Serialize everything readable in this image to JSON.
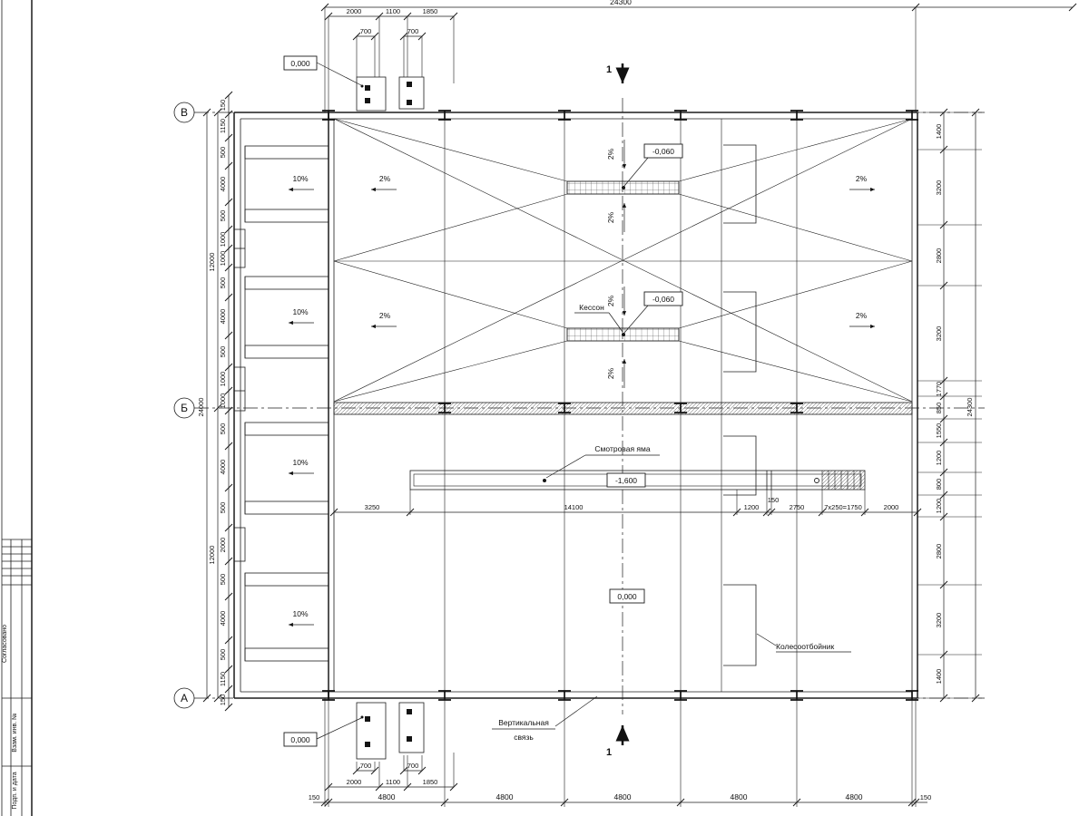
{
  "stamp": {
    "agreed": "Согласовано",
    "inv": "Взам. инв. №",
    "sign": "Подп. и дата"
  },
  "axes": {
    "top": "В",
    "mid": "Б",
    "bot": "А"
  },
  "section_mark": "1",
  "labels": {
    "kesson": "Кессон",
    "pit": "Смотровая яма",
    "brace_line1": "Вертикальная",
    "brace_line2": "связь",
    "wheel_guard": "Колесоотбойник"
  },
  "levels": {
    "zero": "0,000",
    "minus060": "-0,060",
    "minus1600": "-1,600"
  },
  "slopes": {
    "p10": "10%",
    "p2": "2%"
  },
  "dims": {
    "overall": "24300",
    "left_total": "24000",
    "left_half": "12000",
    "bay": "4800",
    "wall": "150",
    "detail": [
      "2000",
      "1100",
      "1850"
    ],
    "d700": "700",
    "left_chain": [
      "150",
      "1150",
      "500",
      "4000",
      "500",
      "1000",
      "1000",
      "500",
      "4000",
      "500",
      "1000",
      "1000",
      "500",
      "4000",
      "500",
      "2000",
      "500",
      "4000",
      "500",
      "1150",
      "150"
    ],
    "right_chain": [
      "1400",
      "3200",
      "2800",
      "3200",
      "1770",
      "850",
      "1550",
      "1200",
      "800",
      "1200",
      "2800",
      "3200",
      "1400"
    ],
    "pit_chain": [
      "3250",
      "14100",
      "1200",
      "150",
      "2750",
      "7х250=1750",
      "2000"
    ]
  }
}
